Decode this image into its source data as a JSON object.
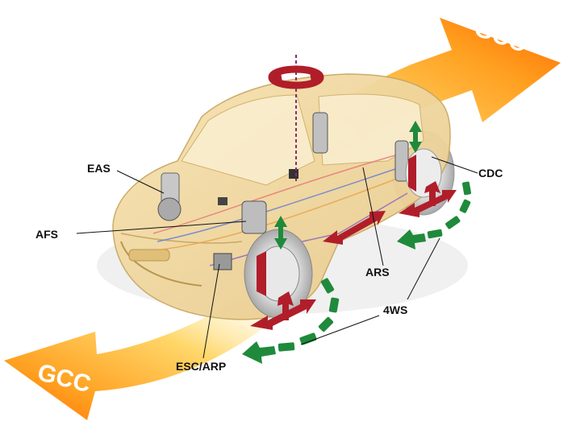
{
  "labels": {
    "eas": "EAS",
    "afs": "AFS",
    "cdc": "CDC",
    "ars": "ARS",
    "four_ws": "4WS",
    "esc_arp": "ESC/ARP"
  },
  "gcc_top": "GCC",
  "gcc_bottom": "GCC",
  "colors": {
    "gcc_arrow_dark": "#ff6a00",
    "gcc_arrow_light": "#ffd76a",
    "car_body": "#f2d9a0",
    "red_arrow": "#b01e2a",
    "green_arrow": "#1f8a3b",
    "label_text": "#111111"
  }
}
